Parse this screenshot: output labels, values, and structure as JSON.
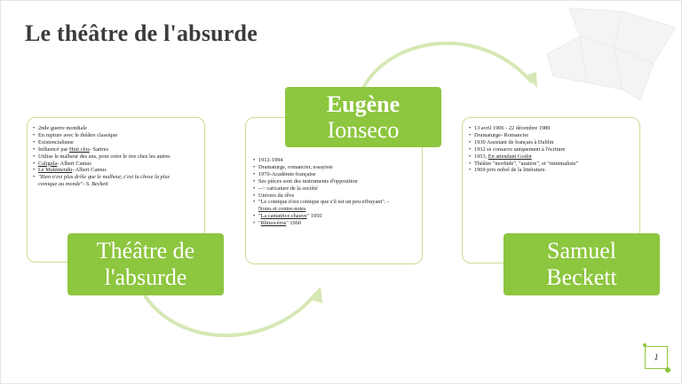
{
  "slide": {
    "title": "Le théâtre de l'absurde",
    "page_number": "1"
  },
  "cards": {
    "absurde": {
      "label_line1": "Théâtre de",
      "label_line2": "l'absurde",
      "bullets": [
        "2nde guerre mondiale",
        "En rupture avec le théâtre classique",
        "Existencialisme",
        "Influencé par ",
        "Utilise le malheur des ans, pour créer le rire chez les autres",
        "Caligula",
        "Le Malentendu",
        "\"Rien n'est plus drôle que le malheur, c'est la chose la plus",
        "comique au monde\"- S. Beckett"
      ],
      "bullet_huis": "Huit clos",
      "bullet_huis_suffix": "- Sartres",
      "bullet_caligula_suffix": "- Albert Camus",
      "bullet_malentendu_suffix": "- Albert Camus"
    },
    "ionesco": {
      "label_line1": "Eugène",
      "label_line2": "Ionseco",
      "bullets": [
        "1912-1994",
        "Dramaturge, romancier, essayiste",
        "1970-Académie française",
        "Ses pièces sont des instruments d'opposition",
        "--> caricature de la société",
        "Univers du rêve",
        "\"Le comique n'est comique que s'il est un peu effrayant\". -",
        "Notes et contre-notes",
        "\"",
        "La cantatrice chauve",
        "\" 1950",
        "\"",
        "Rhinocéros",
        "\" 1960"
      ]
    },
    "beckett": {
      "label_line1": "Samuel",
      "label_line2": "Beckett",
      "bullets": [
        "13 avril 1906 - 22 décembre 1989",
        "Dramaturge- Romancier",
        "1930 Assistant de français à Dublin",
        "1932 se consacre uniquement à l'écriture",
        "1953, ",
        "En attendant Godot",
        "Théâtre \"morbide\", \"austère\", et \"minimaliste\"",
        "1969 prix nobel de la littérature."
      ]
    }
  },
  "colors": {
    "accent": "#8dc63f",
    "card_border": "#c6df92",
    "arrow": "#d6e8b5",
    "title": "#3c3c3c"
  }
}
